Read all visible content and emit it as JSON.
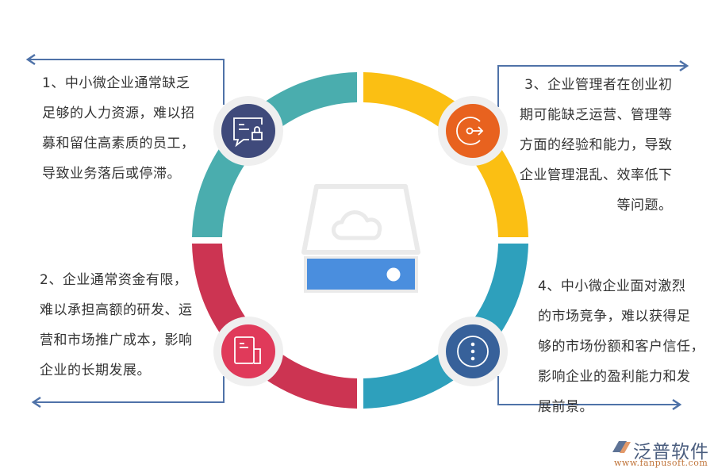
{
  "diagram": {
    "type": "circular-four-point-infographic",
    "center_icon": "cloud-storage-drive-icon",
    "ring": {
      "segments": [
        {
          "id": "top-left",
          "color": "#4aadae"
        },
        {
          "id": "top-right",
          "color": "#fbbf13"
        },
        {
          "id": "bottom-right",
          "color": "#2ea0bc"
        },
        {
          "id": "bottom-left",
          "color": "#cc3452"
        }
      ]
    },
    "nodes": [
      {
        "id": 1,
        "icon": "message-lock-icon",
        "color": "#3f4a7b",
        "position": "top-left"
      },
      {
        "id": 3,
        "icon": "login-arrow-icon",
        "color": "#e8621f",
        "position": "top-right"
      },
      {
        "id": 2,
        "icon": "document-icon",
        "color": "#e03a5a",
        "position": "bottom-left"
      },
      {
        "id": 4,
        "icon": "more-vertical-icon",
        "color": "#37619a",
        "position": "bottom-right"
      }
    ],
    "points": [
      {
        "number": "1",
        "lines": [
          "1、中小微企业通常缺乏",
          "足够的人力资源，难以招",
          "募和留住高素质的员工，",
          "导致业务落后或停滞。"
        ]
      },
      {
        "number": "2",
        "lines": [
          "2、企业通常资金有限，",
          "难以承担高额的研发、运",
          "营和市场推广成本，影响",
          "企业的长期发展。"
        ]
      },
      {
        "number": "3",
        "lines": [
          "3、企业管理者在创业初",
          "期可能缺乏运营、管理等",
          "方面的经验和能力，导致",
          "企业管理混乱、效率低下",
          "等问题。"
        ]
      },
      {
        "number": "4",
        "lines": [
          "4、中小微企业面对激烈",
          "的市场竞争，难以获得足",
          "够的市场份额和客户信任，",
          "影响企业的盈利能力和发",
          "展前景。"
        ]
      }
    ],
    "connector_color": "#4f72a8"
  },
  "watermark": {
    "name": "泛普软件",
    "url": "www.fanpusoft.com"
  }
}
